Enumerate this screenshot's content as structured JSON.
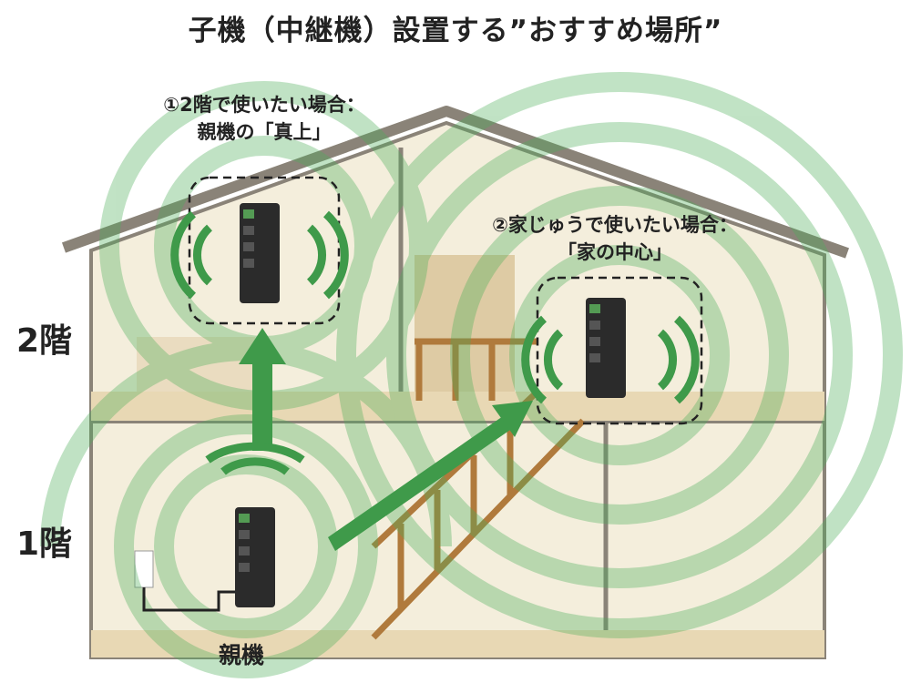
{
  "title": "子機（中継機）設置する”おすすめ場所”",
  "case1": {
    "line1": "①2階で使いたい場合：",
    "line2": "親機の「真上」"
  },
  "case2": {
    "line1": "②家じゅうで使いたい場合：",
    "line2": "「家の中心」"
  },
  "floors": {
    "second": "2階",
    "first": "1階"
  },
  "parent_label": "親機",
  "colors": {
    "signal": "#4caf5a",
    "router": "#2b2b2b",
    "wall": "#f4eedc",
    "roof": "#8a8378"
  }
}
